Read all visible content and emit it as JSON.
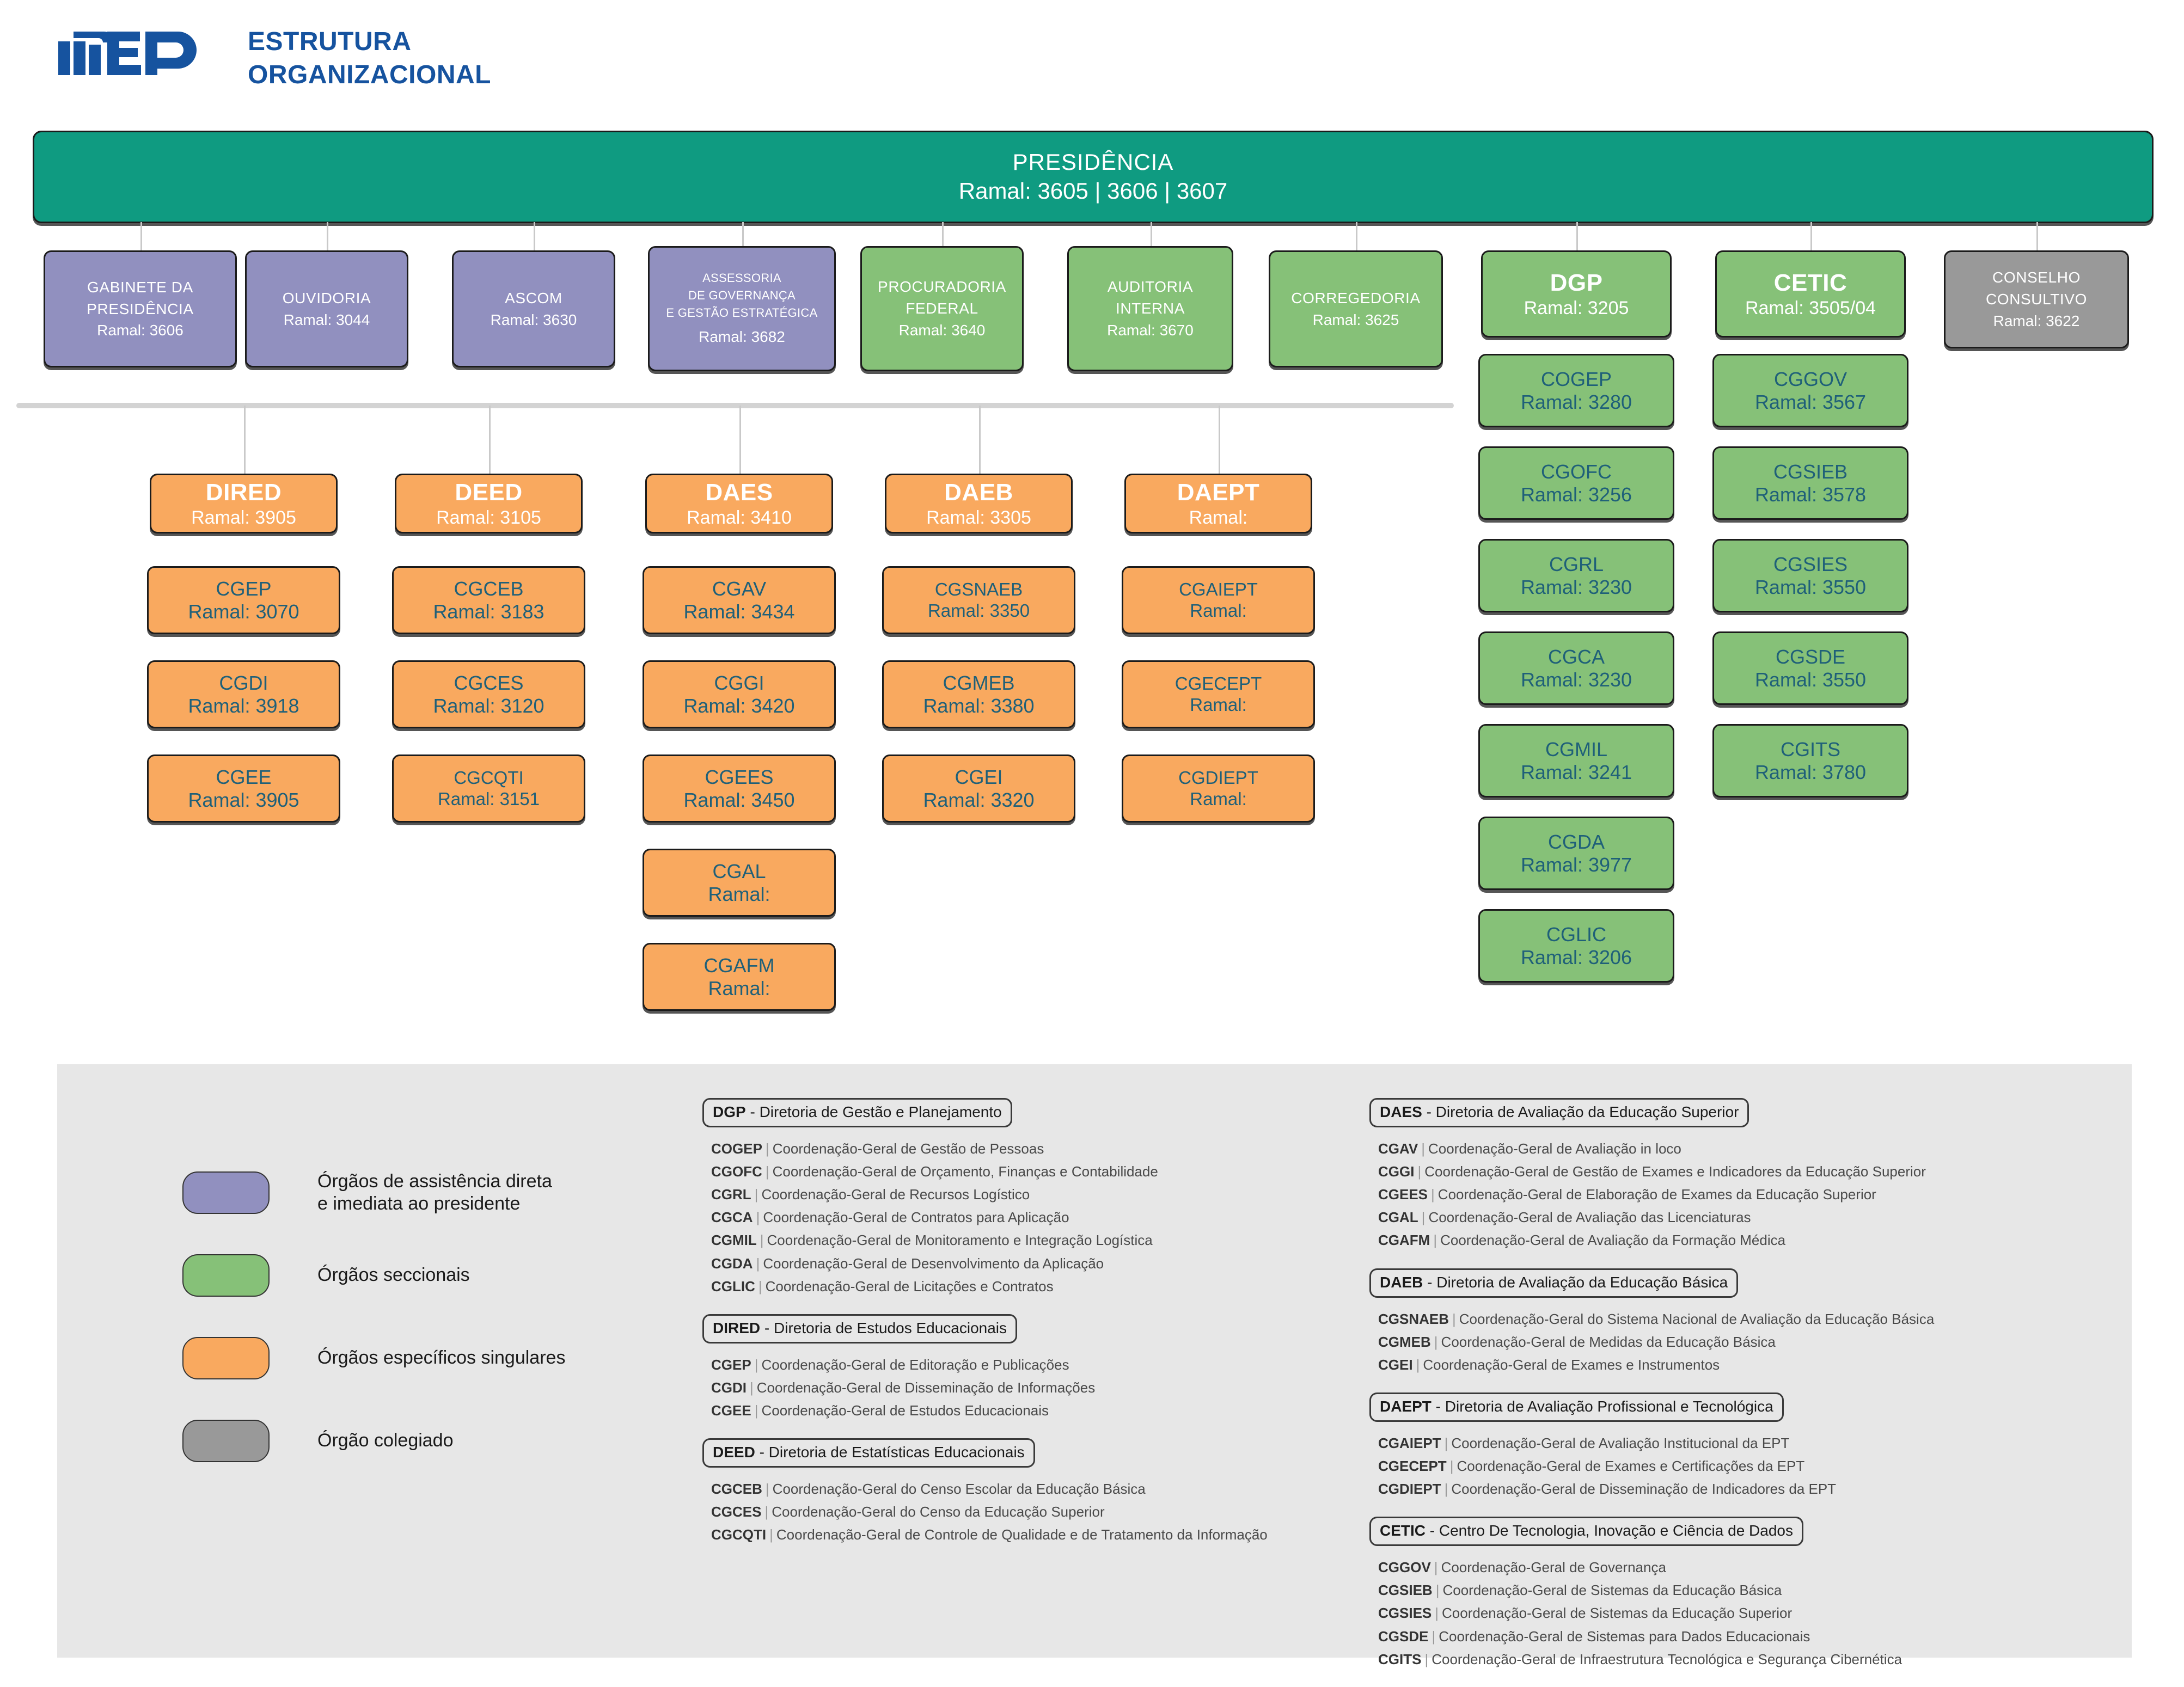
{
  "header": {
    "logo_name": "inep-logo",
    "title_line1": "ESTRUTURA",
    "title_line2": "ORGANIZACIONAL"
  },
  "colors": {
    "presidency": "#0f9b81",
    "direct_assistance": "#9190bf",
    "sectional": "#86c178",
    "specific_singular": "#f9a95f",
    "collegiate": "#999999",
    "legend_panel": "#e7e7e7",
    "coord_text": "#1f6079",
    "title": "#16539f"
  },
  "presidency": {
    "name": "PRESIDÊNCIA",
    "ramal": "Ramal: 3605 | 3606 | 3607"
  },
  "level1": [
    {
      "name": "GABINETE DA\nPRESIDÊNCIA",
      "ramal": "Ramal: 3606",
      "type": "direct_assistance"
    },
    {
      "name": "OUVIDORIA",
      "ramal": "Ramal: 3044",
      "type": "direct_assistance"
    },
    {
      "name": "ASCOM",
      "ramal": "Ramal: 3630",
      "type": "direct_assistance"
    },
    {
      "name": "ASSESSORIA\nDE GOVERNANÇA\nE GESTÃO ESTRATÉGICA",
      "ramal": "Ramal: 3682",
      "type": "direct_assistance"
    },
    {
      "name": "PROCURADORIA\nFEDERAL",
      "ramal": "Ramal: 3640",
      "type": "sectional"
    },
    {
      "name": "AUDITORIA\nINTERNA",
      "ramal": "Ramal: 3670",
      "type": "sectional"
    },
    {
      "name": "CORREGEDORIA",
      "ramal": "Ramal: 3625",
      "type": "sectional"
    },
    {
      "name": "CONSELHO\nCONSULTIVO",
      "ramal": "Ramal: 3622",
      "type": "collegiate"
    }
  ],
  "green_directorates": [
    {
      "name": "DGP",
      "ramal": "Ramal: 3205",
      "children": [
        {
          "name": "COGEP",
          "ramal": "Ramal: 3280"
        },
        {
          "name": "CGOFC",
          "ramal": "Ramal: 3256"
        },
        {
          "name": "CGRL",
          "ramal": "Ramal: 3230"
        },
        {
          "name": "CGCA",
          "ramal": "Ramal: 3230"
        },
        {
          "name": "CGMIL",
          "ramal": "Ramal: 3241"
        },
        {
          "name": "CGDA",
          "ramal": "Ramal: 3977"
        },
        {
          "name": "CGLIC",
          "ramal": "Ramal: 3206"
        }
      ]
    },
    {
      "name": "CETIC",
      "ramal": "Ramal: 3505/04",
      "children": [
        {
          "name": "CGGOV",
          "ramal": "Ramal: 3567"
        },
        {
          "name": "CGSIEB",
          "ramal": "Ramal: 3578"
        },
        {
          "name": "CGSIES",
          "ramal": "Ramal: 3550"
        },
        {
          "name": "CGSDE",
          "ramal": "Ramal: 3550"
        },
        {
          "name": "CGITS",
          "ramal": "Ramal: 3780"
        }
      ]
    }
  ],
  "orange_directorates": [
    {
      "name": "DIRED",
      "ramal": "Ramal: 3905",
      "children": [
        {
          "name": "CGEP",
          "ramal": "Ramal: 3070"
        },
        {
          "name": "CGDI",
          "ramal": "Ramal: 3918"
        },
        {
          "name": "CGEE",
          "ramal": "Ramal: 3905"
        }
      ]
    },
    {
      "name": "DEED",
      "ramal": "Ramal: 3105",
      "children": [
        {
          "name": "CGCEB",
          "ramal": "Ramal: 3183"
        },
        {
          "name": "CGCES",
          "ramal": "Ramal: 3120"
        },
        {
          "name": "CGCQTI",
          "ramal": "Ramal: 3151"
        }
      ]
    },
    {
      "name": "DAES",
      "ramal": "Ramal: 3410",
      "children": [
        {
          "name": "CGAV",
          "ramal": "Ramal: 3434"
        },
        {
          "name": "CGGI",
          "ramal": "Ramal: 3420"
        },
        {
          "name": "CGEES",
          "ramal": "Ramal: 3450"
        },
        {
          "name": "CGAL",
          "ramal": "Ramal:"
        },
        {
          "name": "CGAFM",
          "ramal": "Ramal:"
        }
      ]
    },
    {
      "name": "DAEB",
      "ramal": "Ramal: 3305",
      "children": [
        {
          "name": "CGSNAEB",
          "ramal": "Ramal: 3350"
        },
        {
          "name": "CGMEB",
          "ramal": "Ramal: 3380"
        },
        {
          "name": "CGEI",
          "ramal": "Ramal: 3320"
        }
      ]
    },
    {
      "name": "DAEPT",
      "ramal": "Ramal:",
      "children": [
        {
          "name": "CGAIEPT",
          "ramal": "Ramal:"
        },
        {
          "name": "CGECEPT",
          "ramal": "Ramal:"
        },
        {
          "name": "CGDIEPT",
          "ramal": "Ramal:"
        }
      ]
    }
  ],
  "legend": {
    "swatches": [
      {
        "color": "#9190bf",
        "label": "Órgãos de assistência direta\ne imediata ao presidente"
      },
      {
        "color": "#86c178",
        "label": "Órgãos seccionais"
      },
      {
        "color": "#f9a95f",
        "label": "Órgãos específicos singulares"
      },
      {
        "color": "#999999",
        "label": "Órgão colegiado"
      }
    ],
    "middle_column": [
      {
        "acronym": "DGP",
        "title": " - Diretoria de Gestão e Planejamento",
        "items": [
          {
            "ac": "COGEP",
            "desc": "Coordenação-Geral de Gestão de Pessoas"
          },
          {
            "ac": "CGOFC",
            "desc": "Coordenação-Geral de Orçamento, Finanças e Contabilidade"
          },
          {
            "ac": "CGRL",
            "desc": "Coordenação-Geral de Recursos Logístico"
          },
          {
            "ac": "CGCA",
            "desc": "Coordenação-Geral de Contratos para Aplicação"
          },
          {
            "ac": "CGMIL",
            "desc": "Coordenação-Geral de Monitoramento e Integração Logística"
          },
          {
            "ac": "CGDA",
            "desc": "Coordenação-Geral de Desenvolvimento da Aplicação"
          },
          {
            "ac": "CGLIC",
            "desc": "Coordenação-Geral de Licitações e Contratos"
          }
        ]
      },
      {
        "acronym": "DIRED",
        "title": " - Diretoria de Estudos Educacionais",
        "items": [
          {
            "ac": "CGEP",
            "desc": "Coordenação-Geral de Editoração e Publicações"
          },
          {
            "ac": "CGDI",
            "desc": "Coordenação-Geral de Disseminação de Informações"
          },
          {
            "ac": "CGEE",
            "desc": "Coordenação-Geral de Estudos Educacionais"
          }
        ]
      },
      {
        "acronym": "DEED",
        "title": " - Diretoria de Estatísticas Educacionais",
        "items": [
          {
            "ac": "CGCEB",
            "desc": "Coordenação-Geral do Censo Escolar da Educação Básica"
          },
          {
            "ac": "CGCES",
            "desc": "Coordenação-Geral do Censo da Educação Superior"
          },
          {
            "ac": "CGCQTI",
            "desc": "Coordenação-Geral de Controle de Qualidade e de Tratamento da Informação"
          }
        ]
      }
    ],
    "right_column": [
      {
        "acronym": "DAES",
        "title": " - Diretoria de Avaliação da Educação Superior",
        "items": [
          {
            "ac": "CGAV",
            "desc": "Coordenação-Geral de Avaliação in loco"
          },
          {
            "ac": "CGGI",
            "desc": "Coordenação-Geral de Gestão de Exames e Indicadores da Educação Superior"
          },
          {
            "ac": "CGEES",
            "desc": "Coordenação-Geral de Elaboração de Exames da Educação Superior"
          },
          {
            "ac": "CGAL",
            "desc": "Coordenação-Geral de Avaliação das Licenciaturas"
          },
          {
            "ac": "CGAFM",
            "desc": "Coordenação-Geral de Avaliação da Formação Médica"
          }
        ]
      },
      {
        "acronym": "DAEB",
        "title": " - Diretoria de Avaliação da Educação Básica",
        "items": [
          {
            "ac": "CGSNAEB",
            "desc": "Coordenação-Geral do Sistema Nacional de Avaliação da Educação Básica"
          },
          {
            "ac": "CGMEB",
            "desc": "Coordenação-Geral de Medidas da Educação Básica"
          },
          {
            "ac": "CGEI",
            "desc": "Coordenação-Geral de Exames e Instrumentos"
          }
        ]
      },
      {
        "acronym": "DAEPT",
        "title": " - Diretoria de Avaliação Profissional e Tecnológica",
        "items": [
          {
            "ac": "CGAIEPT",
            "desc": "Coordenação-Geral de Avaliação Institucional da EPT"
          },
          {
            "ac": "CGECEPT",
            "desc": "Coordenação-Geral de Exames e Certificações da EPT"
          },
          {
            "ac": "CGDIEPT",
            "desc": "Coordenação-Geral de Disseminação de Indicadores da EPT"
          }
        ]
      },
      {
        "acronym": "CETIC",
        "title": " - Centro De Tecnologia, Inovação e Ciência de Dados",
        "items": [
          {
            "ac": "CGGOV",
            "desc": "Coordenação-Geral de Governança"
          },
          {
            "ac": "CGSIEB",
            "desc": "Coordenação-Geral de Sistemas da Educação Básica"
          },
          {
            "ac": "CGSIES",
            "desc": "Coordenação-Geral de Sistemas da Educação Superior"
          },
          {
            "ac": "CGSDE",
            "desc": "Coordenação-Geral de Sistemas para Dados Educacionais"
          },
          {
            "ac": "CGITS",
            "desc": "Coordenação-Geral de Infraestrutura Tecnológica e Segurança Cibernética"
          }
        ]
      }
    ]
  }
}
